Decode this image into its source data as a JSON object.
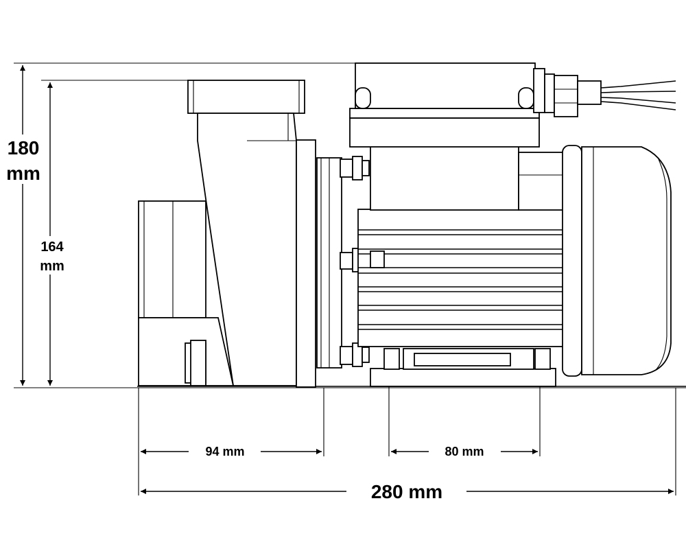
{
  "diagram": {
    "dimensions": {
      "height_total": {
        "value": "180",
        "unit": "mm"
      },
      "height_inlet": {
        "value": "164",
        "unit": "mm"
      },
      "width_inlet": "94 mm",
      "foot_spacing": "80 mm",
      "width_total": "280 mm"
    },
    "colors": {
      "line": "#000000",
      "background": "#ffffff"
    }
  }
}
